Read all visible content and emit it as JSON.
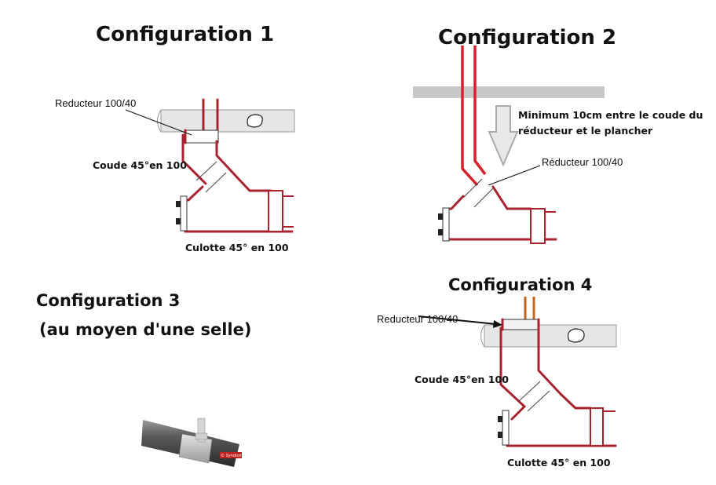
{
  "config1": {
    "title": "Configuration 1",
    "reducer_label": "Reducteur 100/40",
    "elbow_label": "Coude 45°en 100",
    "wye_label": "Culotte 45° en 100"
  },
  "config2": {
    "title": "Configuration 2",
    "note_line1": "Minimum 10cm entre le coude du",
    "note_line2": "réducteur et le plancher",
    "reducer_label": "Réducteur 100/40"
  },
  "config3": {
    "title_line1": "Configuration 3",
    "title_line2": "(au moyen d'une selle)",
    "watermark": "© Syndicme03.fr"
  },
  "config4": {
    "title": "Configuration 4",
    "reducer_label": "Reducteur 100/40",
    "elbow_label": "Coude 45°en 100",
    "wye_label": "Culotte 45° en 100"
  },
  "colors": {
    "pipe": "#a8232d",
    "flue_red": "#d9202a",
    "flue_brown": "#c2661f",
    "floor_gray": "#e6e6e6",
    "slab_gray": "#c8c8c8"
  }
}
